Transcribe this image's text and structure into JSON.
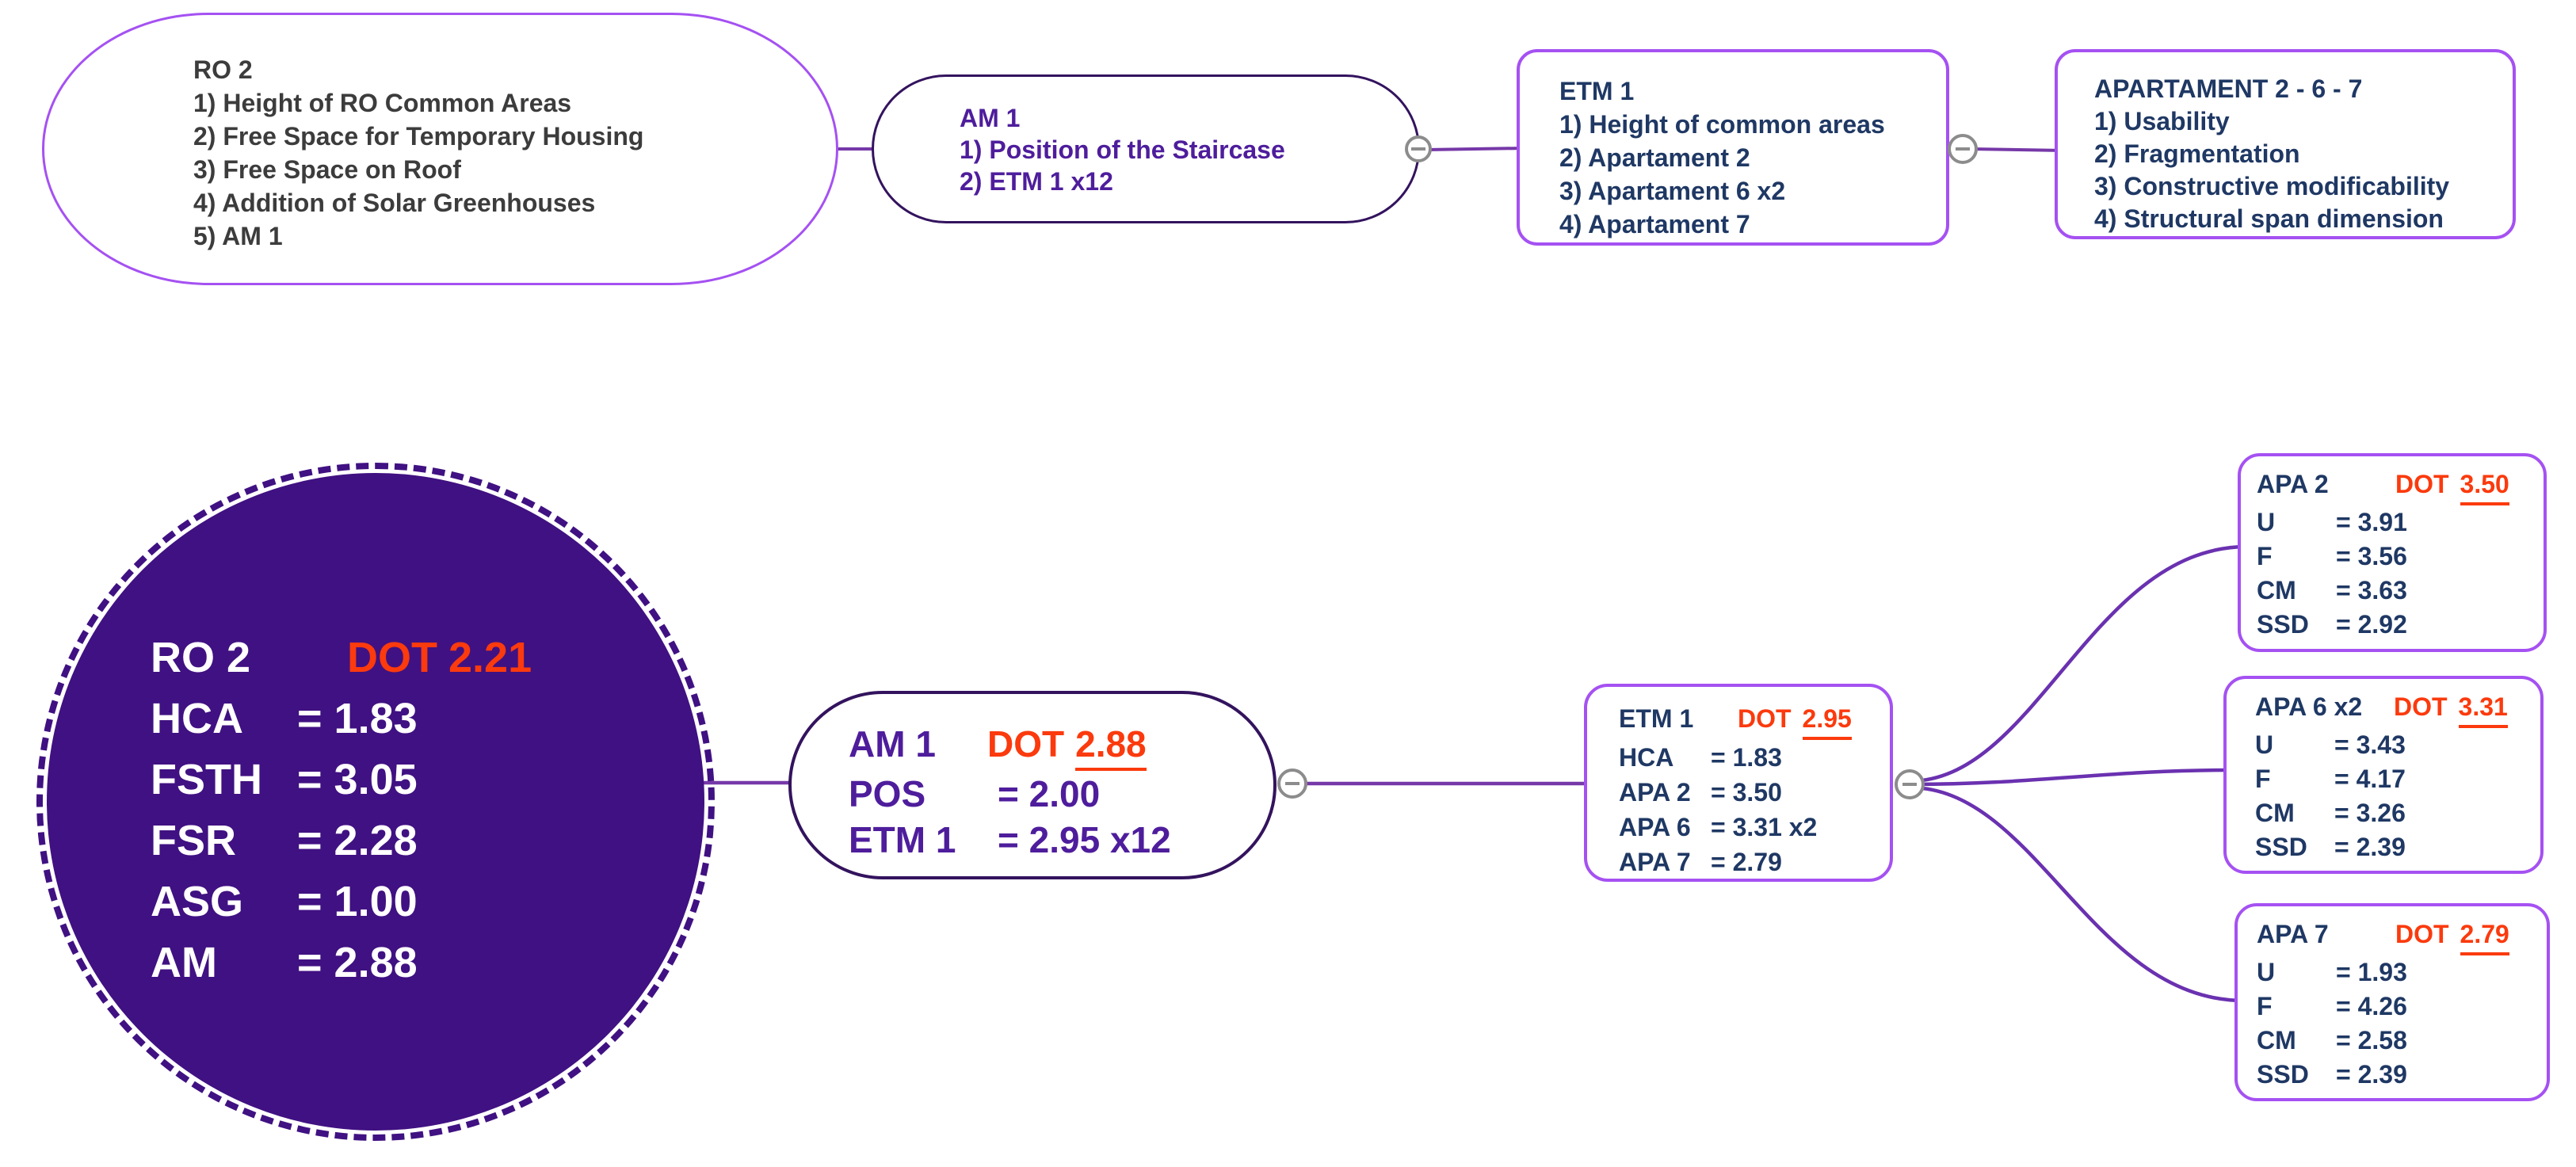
{
  "palette": {
    "violet_border": "#A551F2",
    "indigo_border": "#33135E",
    "circle_fill": "#401182",
    "navy_text": "#1F3864",
    "purple_text": "#4E1D9C",
    "gray_text": "#3C3C3C",
    "dot_orange": "#FB3A0D",
    "wire_purple": "#7638A8",
    "curve_purple": "#6A31B0",
    "toggle_gray": "#8C8C8C"
  },
  "icons": {
    "collapse": "minus-in-circle"
  },
  "top_row": {
    "ro2": {
      "title": "RO 2",
      "items": [
        "1) Height of RO Common Areas",
        "2) Free Space for Temporary Housing",
        "3) Free Space on Roof",
        "4) Addition of Solar Greenhouses",
        "5) AM 1"
      ]
    },
    "am1": {
      "title": "AM 1",
      "items": [
        "1) Position of the Staircase",
        "2) ETM 1 x12"
      ]
    },
    "etm1": {
      "title": "ETM 1",
      "items": [
        "1) Height of common areas",
        "2) Apartament 2",
        "3) Apartament 6 x2",
        "4) Apartament 7"
      ]
    },
    "apartament": {
      "title": "APARTAMENT 2 - 6 - 7",
      "items": [
        "1) Usability",
        "2) Fragmentation",
        "3) Constructive modificability",
        "4) Structural span dimension"
      ]
    }
  },
  "bottom_row": {
    "ro2": {
      "title": "RO 2",
      "dot_label": "DOT",
      "dot_value": "2.21",
      "rows": [
        {
          "label": "HCA",
          "value": "= 1.83"
        },
        {
          "label": "FSTH",
          "value": "= 3.05"
        },
        {
          "label": "FSR",
          "value": "= 2.28"
        },
        {
          "label": "ASG",
          "value": "= 1.00"
        },
        {
          "label": "AM",
          "value": "= 2.88"
        }
      ]
    },
    "am1": {
      "title": "AM 1",
      "dot_label": "DOT",
      "dot_value": "2.88",
      "rows": [
        {
          "label": "POS",
          "value": "= 2.00"
        },
        {
          "label": "ETM 1",
          "value": "= 2.95 x12"
        }
      ]
    },
    "etm1": {
      "title": "ETM 1",
      "dot_label": "DOT",
      "dot_value": "2.95",
      "rows": [
        {
          "label": "HCA",
          "value": "= 1.83"
        },
        {
          "label": "APA 2",
          "value": "= 3.50"
        },
        {
          "label": "APA 6",
          "value": "= 3.31 x2"
        },
        {
          "label": "APA 7",
          "value": "= 2.79"
        }
      ]
    },
    "apa2": {
      "title": "APA 2",
      "dot_label": "DOT",
      "dot_value": "3.50",
      "rows": [
        {
          "label": "U",
          "value": "= 3.91"
        },
        {
          "label": "F",
          "value": "= 3.56"
        },
        {
          "label": "CM",
          "value": "= 3.63"
        },
        {
          "label": "SSD",
          "value": "= 2.92"
        }
      ]
    },
    "apa6": {
      "title": "APA 6 x2",
      "dot_label": "DOT",
      "dot_value": "3.31",
      "rows": [
        {
          "label": "U",
          "value": "= 3.43"
        },
        {
          "label": "F",
          "value": "= 4.17"
        },
        {
          "label": "CM",
          "value": "= 3.26"
        },
        {
          "label": "SSD",
          "value": "= 2.39"
        }
      ]
    },
    "apa7": {
      "title": "APA 7",
      "dot_label": "DOT",
      "dot_value": "2.79",
      "rows": [
        {
          "label": "U",
          "value": "= 1.93"
        },
        {
          "label": "F",
          "value": "= 4.26"
        },
        {
          "label": "CM",
          "value": "= 2.58"
        },
        {
          "label": "SSD",
          "value": "= 2.39"
        }
      ]
    }
  }
}
